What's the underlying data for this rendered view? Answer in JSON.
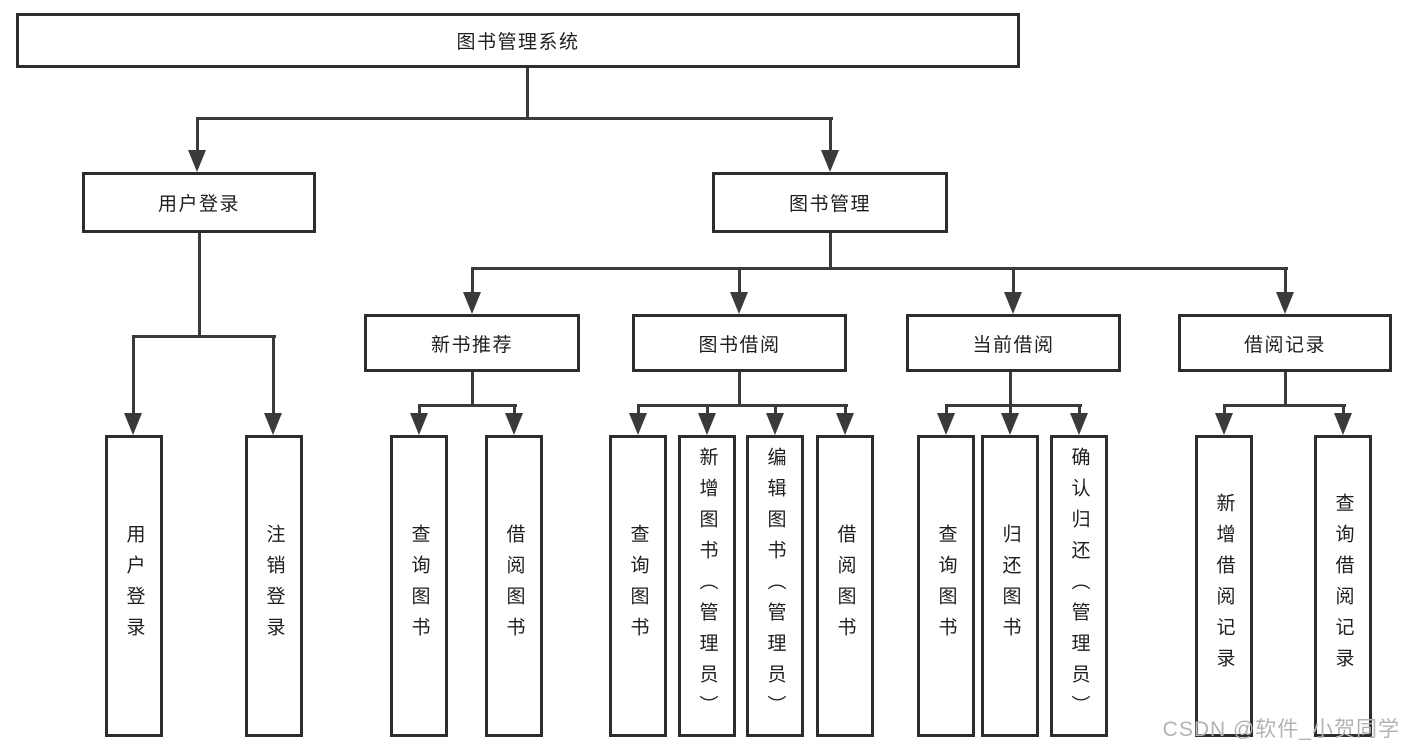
{
  "diagram": {
    "root": {
      "label": "图书管理系统"
    },
    "level2": [
      {
        "label": "用户登录"
      },
      {
        "label": "图书管理"
      }
    ],
    "level3": [
      {
        "label": "新书推荐"
      },
      {
        "label": "图书借阅"
      },
      {
        "label": "当前借阅"
      },
      {
        "label": "借阅记录"
      }
    ],
    "leaves": {
      "user": [
        {
          "label": "用户登录"
        },
        {
          "label": "注销登录"
        }
      ],
      "recommend": [
        {
          "label": "查询图书"
        },
        {
          "label": "借阅图书"
        }
      ],
      "borrow": [
        {
          "label": "查询图书"
        },
        {
          "label": "新增图书（管理员）"
        },
        {
          "label": "编辑图书（管理员）"
        },
        {
          "label": "借阅图书"
        }
      ],
      "current": [
        {
          "label": "查询图书"
        },
        {
          "label": "归还图书"
        },
        {
          "label": "确认归还（管理员）"
        }
      ],
      "records": [
        {
          "label": "新增借阅记录"
        },
        {
          "label": "查询借阅记录"
        }
      ]
    }
  },
  "watermark": {
    "text": "CSDN @软件_小贺同学"
  },
  "colors": {
    "line": "#3a3a3a",
    "box_border": "#2d2d2d",
    "text": "#1e1e1e",
    "watermark": "#b3b3b3",
    "background": "#ffffff"
  }
}
